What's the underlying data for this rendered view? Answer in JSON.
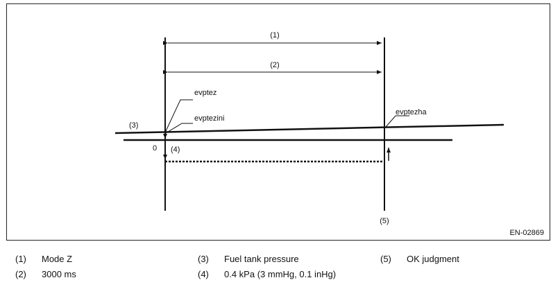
{
  "diagram": {
    "labels": {
      "interval_1": "(1)",
      "interval_2": "(2)",
      "line_3": "(3)",
      "step_4": "(4)",
      "marker_5": "(5)",
      "zero": "0",
      "evptez": "evptez",
      "evptezini": "evptezini",
      "evptezha": "evptezha"
    },
    "figure_id": "EN-02869"
  },
  "legend": [
    {
      "num": "(1)",
      "text": "Mode Z"
    },
    {
      "num": "(2)",
      "text": "3000 ms"
    },
    {
      "num": "(3)",
      "text": "Fuel tank pressure"
    },
    {
      "num": "(4)",
      "text": "0.4 kPa (3 mmHg, 0.1 inHg)"
    },
    {
      "num": "(5)",
      "text": "OK judgment"
    }
  ]
}
